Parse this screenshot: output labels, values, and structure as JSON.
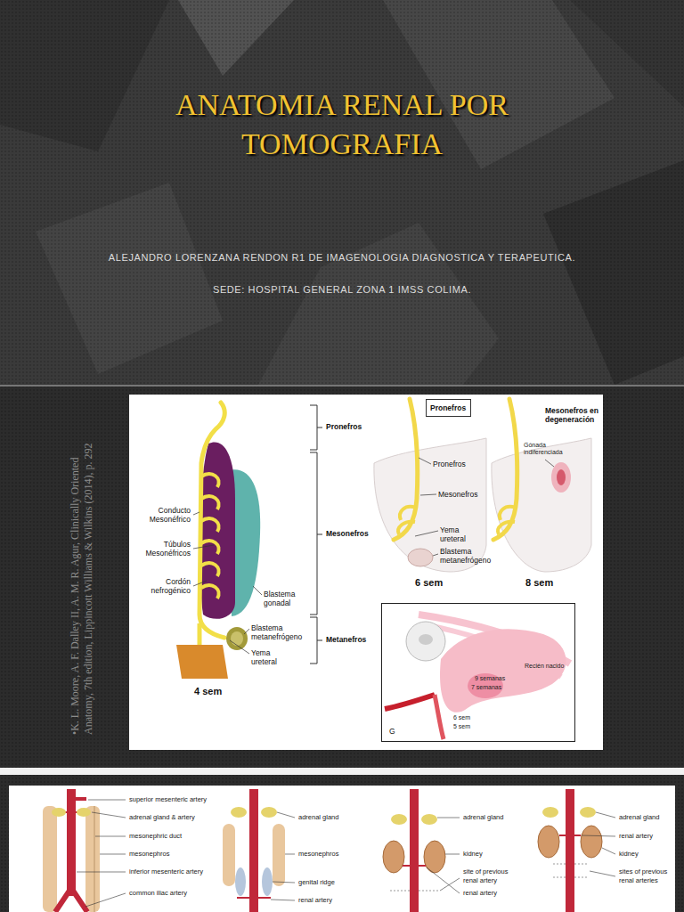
{
  "diagram": {
    "title": "ANATOMIA RENAL POR TOMOGRAFIA",
    "nodes": [
      {
        "text": [
          "Pronefros"
        ]
      },
      {
        "text": [
          "Recién nacido",
          "9 semanas",
          "7 semanas",
          "6 sem",
          "5 sem",
          "G"
        ]
      }
    ],
    "labels": [
      "ALEJANDRO LORENZANA RENDON R1 DE IMAGENOLOGIA DIAGNOSTICA Y TERAPEUTICA.",
      "SEDE: HOSPITAL GENERAL ZONA 1 IMSS COLIMA.",
      "•K. L. Moore, A. F. Dalley II, A. M. R. Agur, Clinically Oriented Anatomy, 7th edition, Lippincott Williams & Wilkins (2014), p. 292",
      "Conducto Mesonéfrico",
      "Túbulos Mesonéfricos",
      "Cordón nefrogénico",
      "Blastema gonadal",
      "Blastema metanefrógeno",
      "Yema ureteral",
      "4 sem",
      "Pronefros",
      "Mesonefros",
      "Metanefros",
      "Pronefros",
      "Mesonefros",
      "Yema ureteral",
      "Blastema metanefrógeno",
      "Mesonefros en degeneración",
      "Gónada indiferenciada",
      "6 sem",
      "8 sem",
      "superior mesenteric artery",
      "adrenal gland & artery",
      "mesonephric duct",
      "mesonephros",
      "inferior mesenteric artery",
      "common iliac artery",
      "adrenal gland",
      "mesonephros",
      "genital ridge",
      "renal artery",
      "adrenal gland",
      "kidney",
      "site of previous renal artery",
      "renal artery",
      "adrenal gland",
      "renal artery",
      "kidney",
      "sites of previous renal arteries"
    ]
  }
}
